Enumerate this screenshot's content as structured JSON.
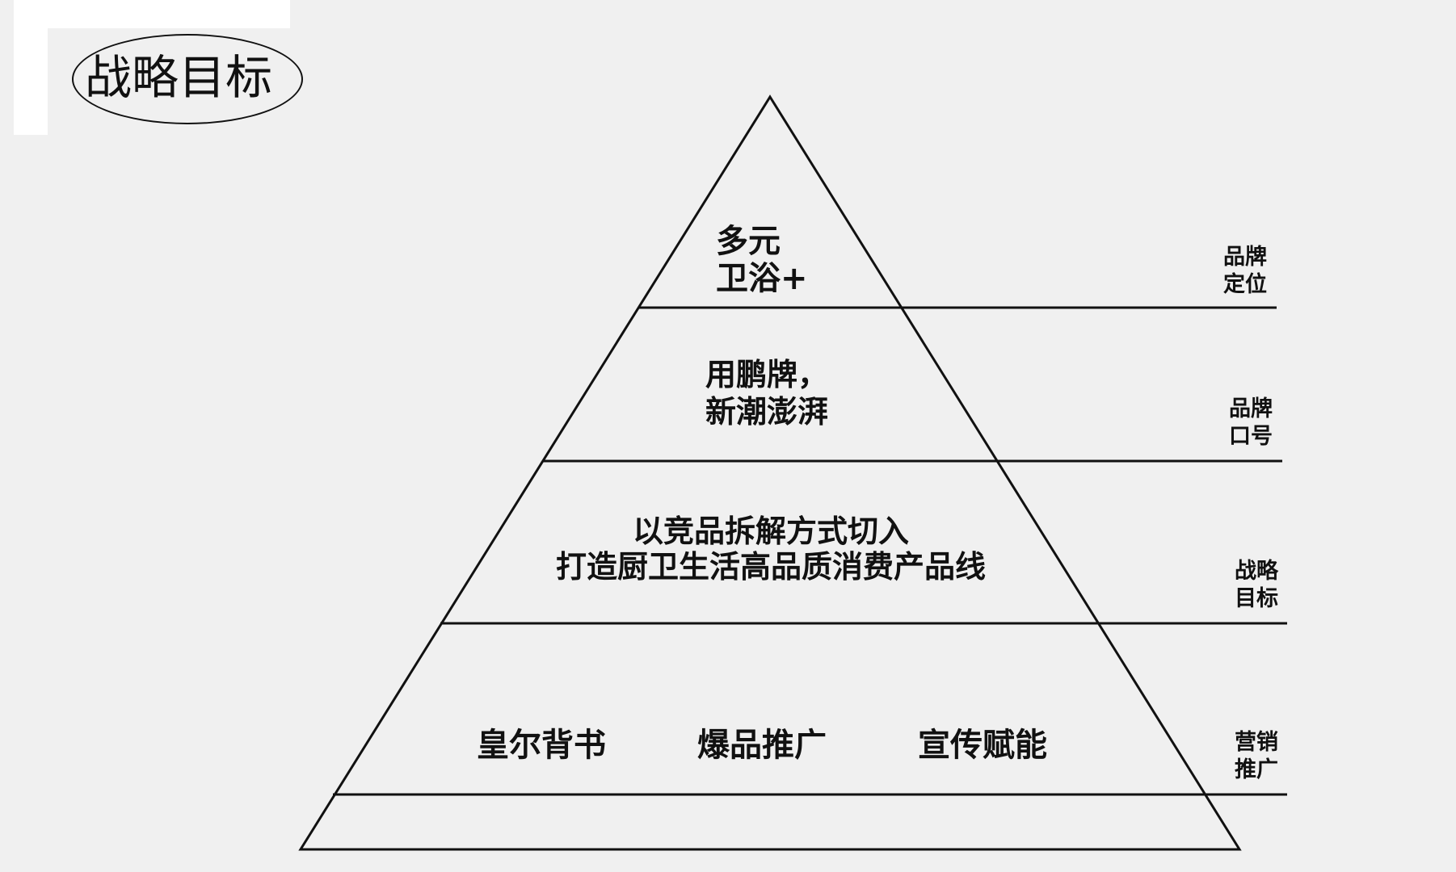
{
  "title": "战略目标",
  "tiers": {
    "top": [
      "多元",
      "卫浴+"
    ],
    "slogan": [
      "用鹏牌，",
      "新潮澎湃"
    ],
    "goal": [
      "以竞品拆解方式切入",
      "打造厨卫生活高品质消费产品线"
    ],
    "marketing_items": [
      "皇尔背书",
      "爆品推广",
      "宣传赋能"
    ]
  },
  "side_labels": {
    "positioning": [
      "品牌",
      "定位"
    ],
    "slogan": [
      "品牌",
      "口号"
    ],
    "strategy": [
      "战略",
      "目标"
    ],
    "marketing": [
      "营销",
      "推广"
    ]
  },
  "colors": {
    "background": "#f0f0f0",
    "line": "#111111"
  }
}
